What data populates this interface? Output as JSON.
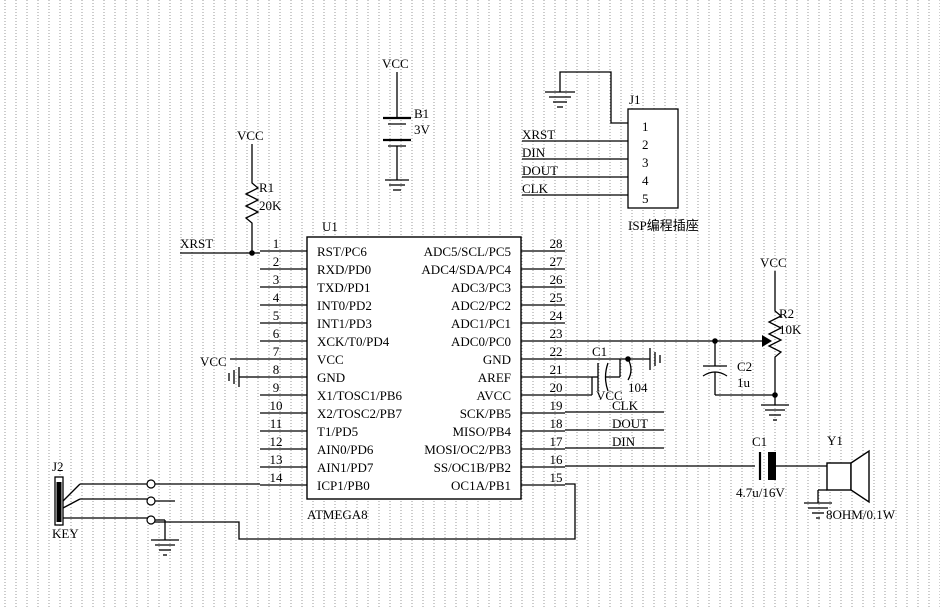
{
  "ic": {
    "ref": "U1",
    "part": "ATMEGA8",
    "left_pins": [
      {
        "num": "1",
        "name": "RST/PC6"
      },
      {
        "num": "2",
        "name": "RXD/PD0"
      },
      {
        "num": "3",
        "name": "TXD/PD1"
      },
      {
        "num": "4",
        "name": "INT0/PD2"
      },
      {
        "num": "5",
        "name": "INT1/PD3"
      },
      {
        "num": "6",
        "name": "XCK/T0/PD4"
      },
      {
        "num": "7",
        "name": "VCC"
      },
      {
        "num": "8",
        "name": "GND"
      },
      {
        "num": "9",
        "name": "X1/TOSC1/PB6"
      },
      {
        "num": "10",
        "name": "X2/TOSC2/PB7"
      },
      {
        "num": "11",
        "name": "T1/PD5"
      },
      {
        "num": "12",
        "name": "AIN0/PD6"
      },
      {
        "num": "13",
        "name": "AIN1/PD7"
      },
      {
        "num": "14",
        "name": "ICP1/PB0"
      }
    ],
    "right_pins": [
      {
        "num": "28",
        "name": "ADC5/SCL/PC5"
      },
      {
        "num": "27",
        "name": "ADC4/SDA/PC4"
      },
      {
        "num": "26",
        "name": "ADC3/PC3"
      },
      {
        "num": "25",
        "name": "ADC2/PC2"
      },
      {
        "num": "24",
        "name": "ADC1/PC1"
      },
      {
        "num": "23",
        "name": "ADC0/PC0"
      },
      {
        "num": "22",
        "name": "GND"
      },
      {
        "num": "21",
        "name": "AREF"
      },
      {
        "num": "20",
        "name": "AVCC"
      },
      {
        "num": "19",
        "name": "SCK/PB5"
      },
      {
        "num": "18",
        "name": "MISO/PB4"
      },
      {
        "num": "17",
        "name": "MOSI/OC2/PB3"
      },
      {
        "num": "16",
        "name": "SS/OC1B/PB2"
      },
      {
        "num": "15",
        "name": "OC1A/PB1"
      }
    ]
  },
  "isp": {
    "ref": "J1",
    "caption": "ISP编程插座",
    "pins": [
      "1",
      "2",
      "3",
      "4",
      "5"
    ],
    "nets": [
      "XRST",
      "DIN",
      "DOUT",
      "CLK"
    ]
  },
  "battery": {
    "vcc": "VCC",
    "ref": "B1",
    "value": "3V"
  },
  "r1": {
    "vcc": "VCC",
    "ref": "R1",
    "value": "20K",
    "net": "XRST"
  },
  "r2": {
    "vcc": "VCC",
    "ref": "R2",
    "value": "10K"
  },
  "c2": {
    "ref": "C2",
    "value": "1u"
  },
  "c1_decoupling": {
    "ref": "C1",
    "value": "104",
    "vcc": "VCC"
  },
  "c1_coupling": {
    "ref": "C1",
    "value": "4.7u/16V"
  },
  "speaker": {
    "ref": "Y1",
    "value": "8OHM/0.1W"
  },
  "key": {
    "ref": "J2",
    "label": "KEY"
  },
  "pin7_vcc": "VCC",
  "spi_nets": {
    "sck": "CLK",
    "miso": "DOUT",
    "mosi": "DIN"
  }
}
